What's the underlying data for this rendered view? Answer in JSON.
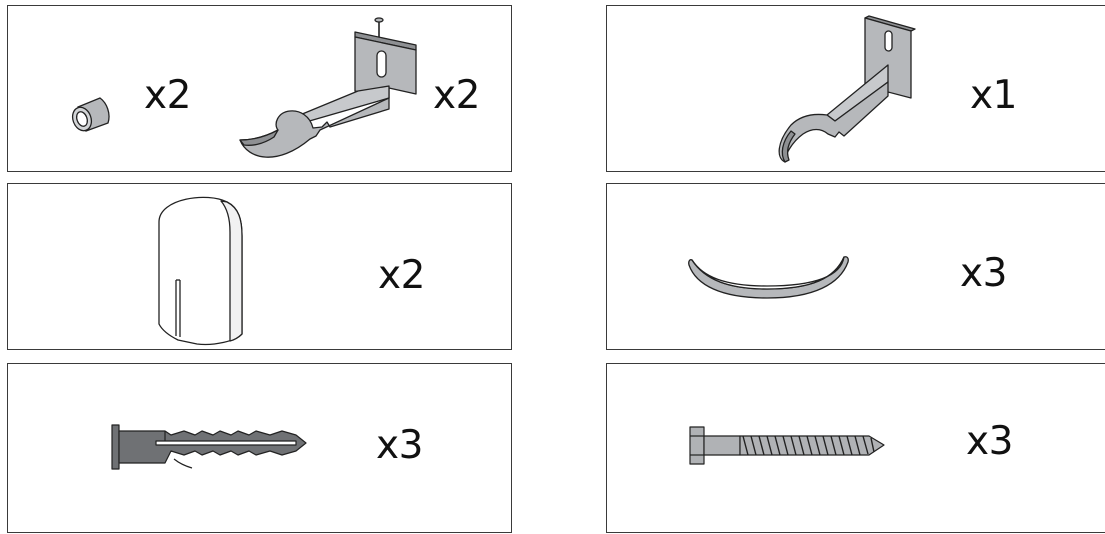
{
  "colors": {
    "part_fill": "#b6b8bb",
    "part_dark": "#8e9093",
    "outline": "#222222",
    "plug_fill": "#6f7174",
    "screw_fill": "#b0b2b5",
    "cap_fill": "#ffffff"
  },
  "panels": [
    {
      "items": [
        {
          "icon": "pipe-spacer-icon",
          "quantity": "x2"
        },
        {
          "icon": "bracket-with-pin-icon",
          "quantity": "x2"
        }
      ]
    },
    {
      "items": [
        {
          "icon": "wall-hook-bracket-icon",
          "quantity": "x1"
        }
      ]
    },
    {
      "items": [
        {
          "icon": "bracket-cover-cap-icon",
          "quantity": "x2"
        }
      ]
    },
    {
      "items": [
        {
          "icon": "curved-clip-icon",
          "quantity": "x3"
        }
      ]
    },
    {
      "items": [
        {
          "icon": "wall-plug-icon",
          "quantity": "x3"
        }
      ]
    },
    {
      "items": [
        {
          "icon": "lag-screw-icon",
          "quantity": "x3"
        }
      ]
    }
  ]
}
